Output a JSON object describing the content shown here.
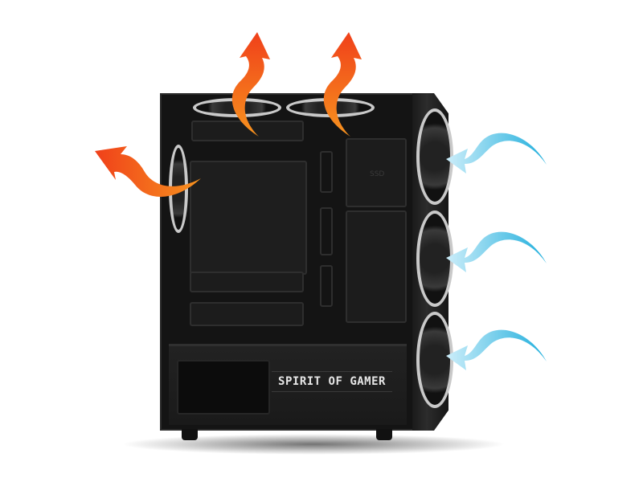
{
  "image": {
    "subject": "PC gaming case airflow illustration",
    "brand_label": "SPIRIT OF GAMER",
    "bay_label": "SSD",
    "colors": {
      "exhaust_arrow": "#f04a1a",
      "exhaust_arrow_light": "#f7931e",
      "intake_arrow": "#29b6e0",
      "intake_arrow_light": "#bfe9f7",
      "case_body": "#141414",
      "background": "#ffffff"
    },
    "arrows": [
      {
        "name": "exhaust-top-left",
        "direction": "up"
      },
      {
        "name": "exhaust-top-right",
        "direction": "up"
      },
      {
        "name": "exhaust-rear",
        "direction": "left"
      },
      {
        "name": "intake-front-top",
        "direction": "left"
      },
      {
        "name": "intake-front-middle",
        "direction": "left"
      },
      {
        "name": "intake-front-bottom",
        "direction": "left"
      }
    ]
  }
}
